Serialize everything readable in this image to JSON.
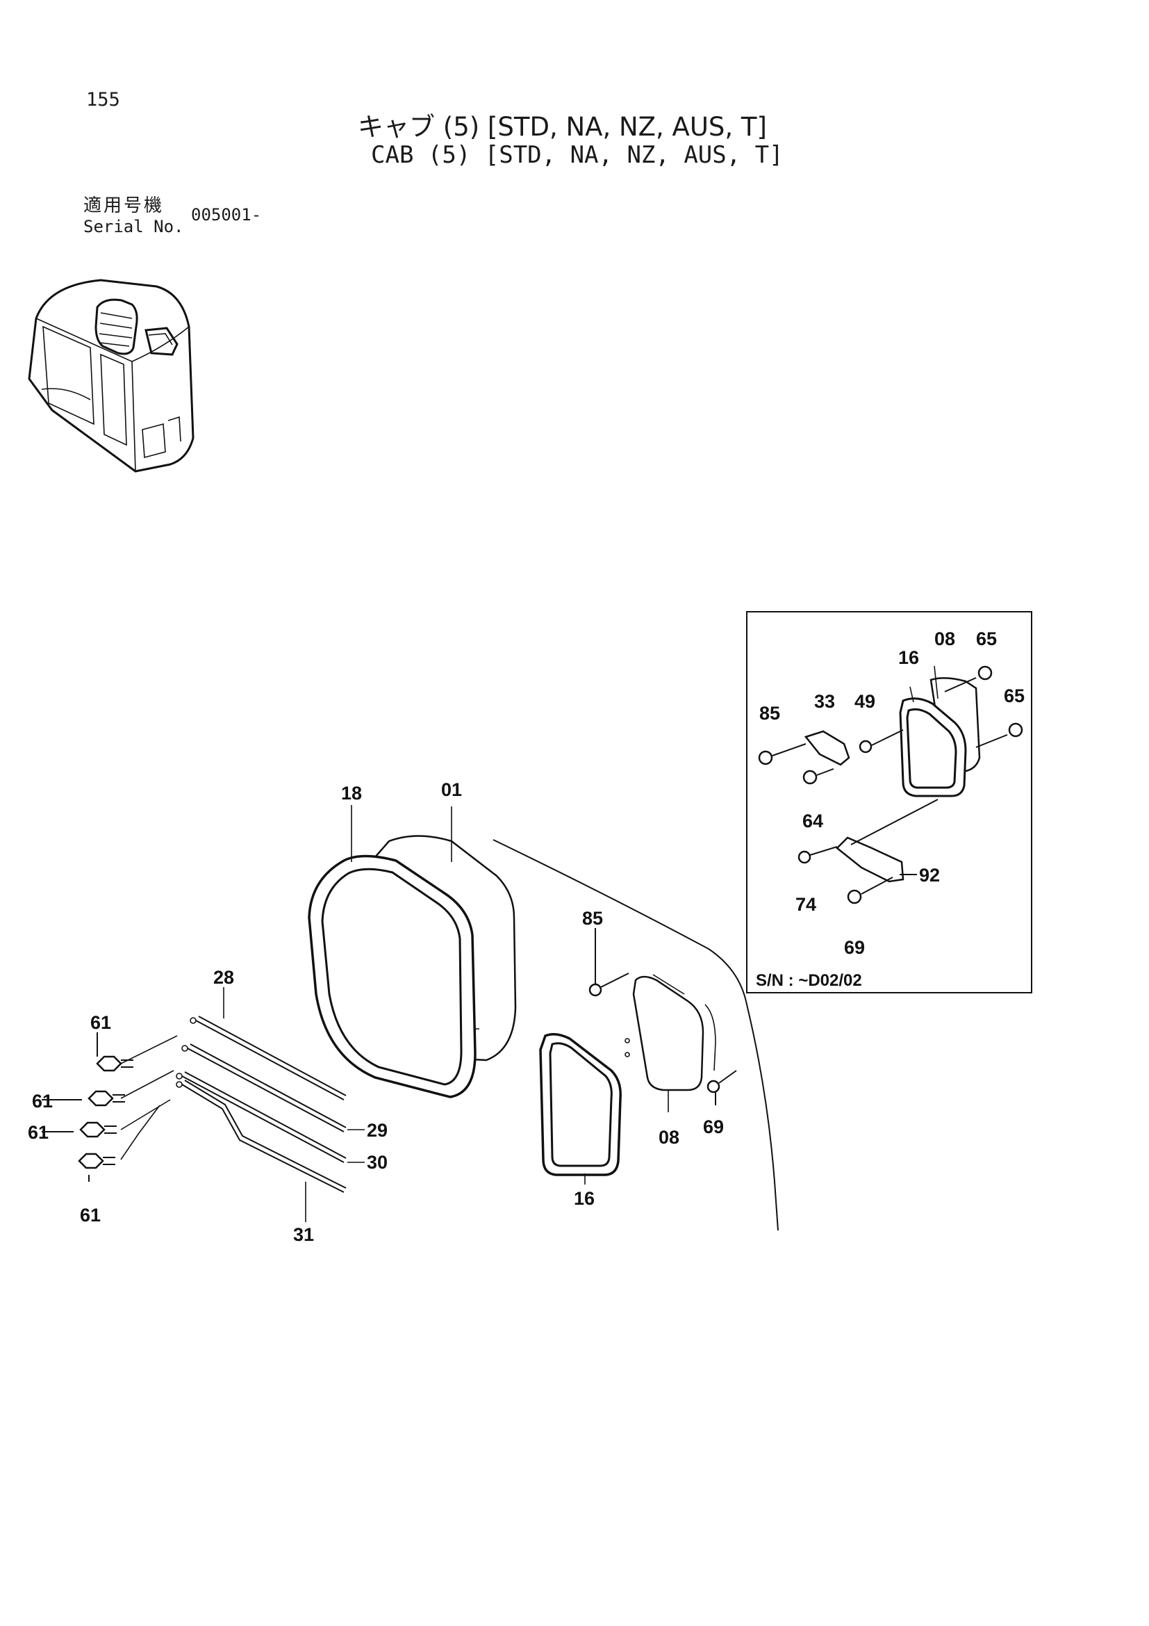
{
  "page": {
    "number": "155",
    "title_ja": "キャブ (5) [STD, NA, NZ, AUS, T]",
    "title_en": "CAB (5) [STD, NA, NZ, AUS, T]",
    "serial_label_ja": "適用号機",
    "serial_label_en": "Serial No.",
    "serial_value": "005001-"
  },
  "callouts": {
    "c18": "18",
    "c01": "01",
    "c28": "28",
    "c61a": "61",
    "c61b": "61",
    "c61c": "61",
    "c61d": "61",
    "c29": "29",
    "c30": "30",
    "c31": "31",
    "c85": "85",
    "c16": "16",
    "c08": "08",
    "c69": "69"
  },
  "inset": {
    "serial_note": "S/N : ~D02/02",
    "callouts": {
      "i08": "08",
      "i65a": "65",
      "i16": "16",
      "i65b": "65",
      "i85": "85",
      "i33": "33",
      "i49": "49",
      "i64": "64",
      "i74": "74",
      "i92": "92",
      "i69": "69"
    }
  }
}
